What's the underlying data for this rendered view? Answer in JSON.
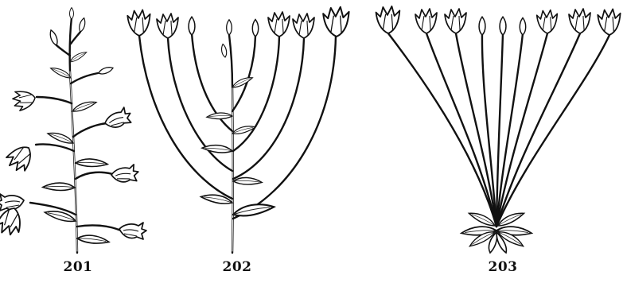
{
  "figures": [
    {
      "id": "fig-201",
      "label": "201",
      "inflorescence": "raceme"
    },
    {
      "id": "fig-202",
      "label": "202",
      "inflorescence": "corymb"
    },
    {
      "id": "fig-203",
      "label": "203",
      "inflorescence": "umbel"
    }
  ],
  "colors": {
    "ink": "#111111",
    "paper": "#ffffff"
  }
}
